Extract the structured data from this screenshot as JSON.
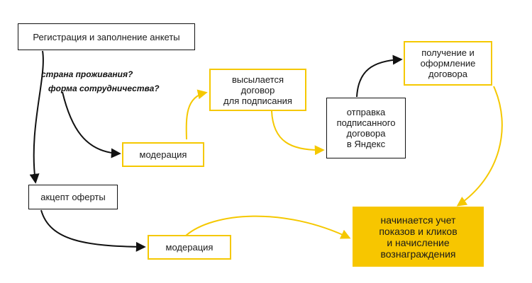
{
  "colors": {
    "black": "#111111",
    "yellow": "#f5c800",
    "fill": "#f7c600"
  },
  "nodes": {
    "registration": "Регистрация и заполнение анкеты",
    "moderation_1": "модерация",
    "offer_acceptance": "акцепт оферты",
    "moderation_2": "модерация",
    "contract_sent": "высылается\nдоговор\nдля подписания",
    "send_signed": "отправка\nподписанного\nдоговора\nв Яндекс",
    "receive_contract": "получение и\nоформление\nдоговора",
    "accounting_start": "начинается учет\nпоказов и кликов\nи начисление\nвознаграждения"
  },
  "questions": {
    "country": "страна проживания?",
    "cooperation": "форма сотрудничества?"
  }
}
